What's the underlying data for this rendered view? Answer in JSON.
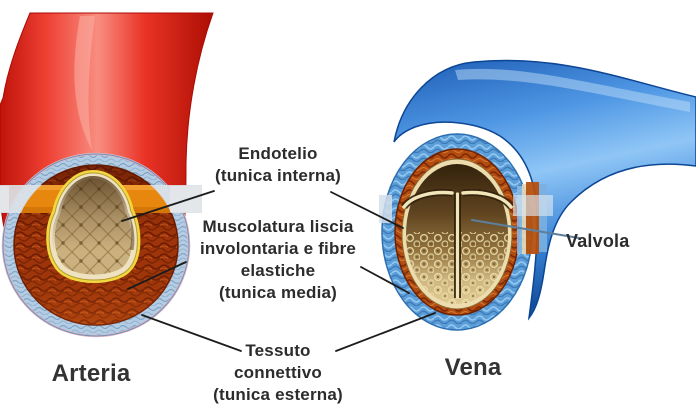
{
  "figure": {
    "type": "anatomical-diagram",
    "subject": "Confronto tra arteria e vena (sezione trasversale)"
  },
  "vessels": {
    "artery_label": "Arteria",
    "vein_label": "Vena"
  },
  "annotations": {
    "endotelio": {
      "lines": [
        "Endotelio",
        "(tunica interna)"
      ]
    },
    "muscolatura": {
      "lines": [
        "Muscolatura liscia",
        "involontaria e fibre",
        "elastiche",
        "(tunica media)"
      ]
    },
    "tessuto": {
      "lines": [
        "Tessuto",
        "connettivo",
        "(tunica esterna)"
      ]
    },
    "valvola": {
      "label": "Valvola"
    }
  },
  "colors": {
    "artery_red": "#e8251c",
    "artery_red_highlight": "#f88d80",
    "vein_blue": "#2f7fd6",
    "vein_blue_highlight": "#8fc6f6",
    "tunica_esterna_mesh": "#b4cde4",
    "tunica_media_rust": "#a0350a",
    "cut_band_orange": "#e8870e",
    "elastic_yellow": "#f0d93e",
    "lumen_tan": "#ccb180",
    "vein_lumen_brown": "#5f4420",
    "valve_cream": "#f1e5ba",
    "leader_line": "#1c1c1c",
    "valve_leader_line": "#5d7f9e",
    "text": "#2c2c2c"
  }
}
